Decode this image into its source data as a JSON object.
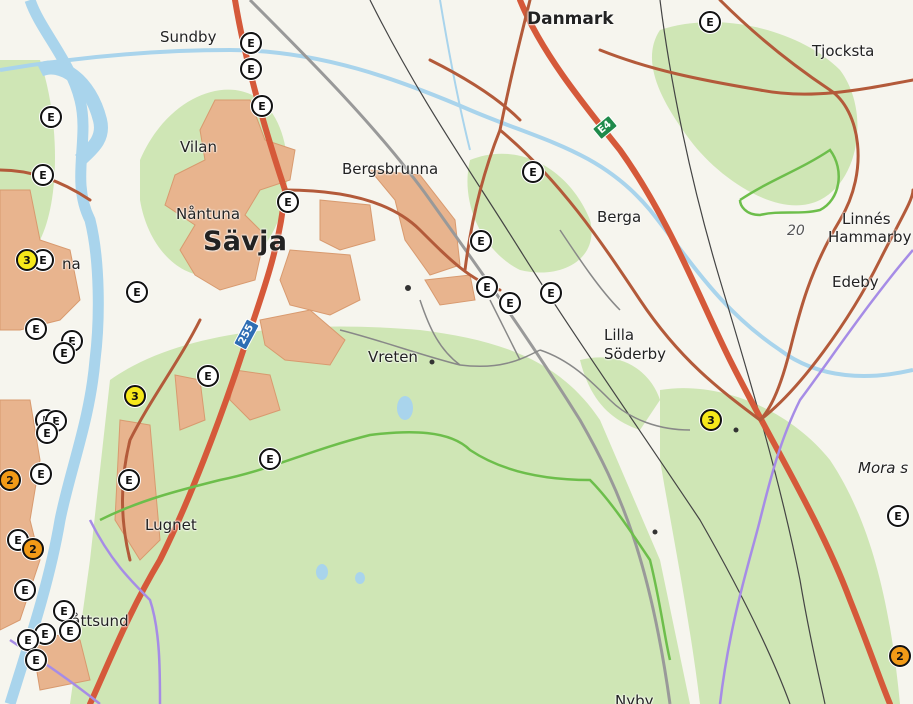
{
  "map": {
    "colors": {
      "land": "#f6f5ee",
      "forest": "#cfe6b5",
      "urban": "#e8b48e",
      "water": "#a9d4ec",
      "road_major": "#d5593a",
      "road_minor": "#b35a3a",
      "railway": "#999999",
      "boundary_green": "#6dbe4b",
      "boundary_purple": "#a68ce6"
    },
    "place_labels": [
      {
        "text": "Danmark",
        "style": "bold"
      },
      {
        "text": "Tjocksta",
        "style": "normal"
      },
      {
        "text": "Sundby",
        "style": "normal"
      },
      {
        "text": "Vilan",
        "style": "normal"
      },
      {
        "text": "Bergsbrunna",
        "style": "normal"
      },
      {
        "text": "Nåntuna",
        "style": "normal"
      },
      {
        "text": "Sävja",
        "style": "big"
      },
      {
        "text": "Berga",
        "style": "normal"
      },
      {
        "text": "Linnés",
        "style": "normal"
      },
      {
        "text": "Hammarby",
        "style": "normal"
      },
      {
        "text": "Edeby",
        "style": "normal"
      },
      {
        "text": "na",
        "style": "normal"
      },
      {
        "text": "Vreten",
        "style": "normal"
      },
      {
        "text": "Lilla",
        "style": "normal"
      },
      {
        "text": "Söderby",
        "style": "normal"
      },
      {
        "text": "Mora s",
        "style": "italic"
      },
      {
        "text": "Lugnet",
        "style": "normal"
      },
      {
        "text": "Håttsund",
        "style": "normal"
      },
      {
        "text": "Nyby",
        "style": "normal"
      },
      {
        "text": "20",
        "style": "number"
      }
    ],
    "road_shields": [
      {
        "text": "255",
        "kind": "blue"
      },
      {
        "text": "E4",
        "kind": "green"
      }
    ],
    "markers": [
      {
        "label": "E",
        "kind": "white"
      },
      {
        "label": "E",
        "kind": "white"
      },
      {
        "label": "E",
        "kind": "white"
      },
      {
        "label": "E",
        "kind": "white"
      },
      {
        "label": "E",
        "kind": "white"
      },
      {
        "label": "E",
        "kind": "white"
      },
      {
        "label": "E",
        "kind": "white"
      },
      {
        "label": "E",
        "kind": "white"
      },
      {
        "label": "E",
        "kind": "white"
      },
      {
        "label": "E",
        "kind": "white"
      },
      {
        "label": "E",
        "kind": "white"
      },
      {
        "label": "E",
        "kind": "white"
      },
      {
        "label": "E",
        "kind": "white"
      },
      {
        "label": "E",
        "kind": "white"
      },
      {
        "label": "E",
        "kind": "white"
      },
      {
        "label": "E",
        "kind": "white"
      },
      {
        "label": "E",
        "kind": "white"
      },
      {
        "label": "E",
        "kind": "white"
      },
      {
        "label": "E",
        "kind": "white"
      },
      {
        "label": "E",
        "kind": "white"
      },
      {
        "label": "E",
        "kind": "white"
      },
      {
        "label": "E",
        "kind": "white"
      },
      {
        "label": "E",
        "kind": "white"
      },
      {
        "label": "E",
        "kind": "white"
      },
      {
        "label": "E",
        "kind": "white"
      },
      {
        "label": "E",
        "kind": "white"
      },
      {
        "label": "E",
        "kind": "white"
      },
      {
        "label": "E",
        "kind": "white"
      },
      {
        "label": "E",
        "kind": "white"
      },
      {
        "label": "E",
        "kind": "white"
      },
      {
        "label": "E",
        "kind": "white"
      },
      {
        "label": "E",
        "kind": "white"
      },
      {
        "label": "3",
        "kind": "yellow"
      },
      {
        "label": "3",
        "kind": "yellow"
      },
      {
        "label": "3",
        "kind": "yellow"
      },
      {
        "label": "2",
        "kind": "orange"
      },
      {
        "label": "2",
        "kind": "orange"
      },
      {
        "label": "2",
        "kind": "orange"
      }
    ]
  }
}
